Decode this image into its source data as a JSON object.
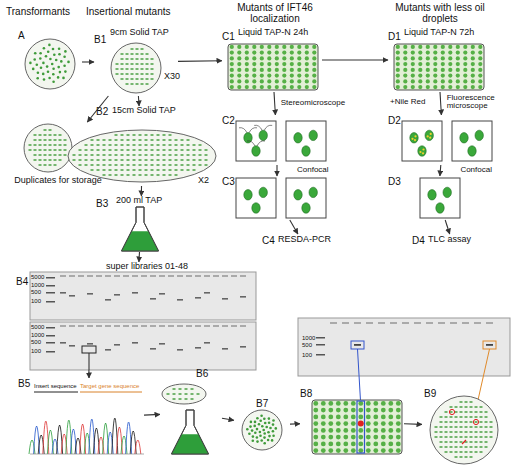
{
  "diagram": {
    "nodes": [
      {
        "text": [
          "A"
        ]
      },
      {
        "text": [
          "B1",
          "9cm Solid TAP"
        ]
      },
      {
        "text": [
          "Duplicates for storage"
        ]
      },
      {
        "text": [
          "B2",
          "15cm Solid TAP"
        ]
      },
      {
        "text": [
          "B3",
          "200 ml TAP"
        ]
      },
      {
        "text": [
          "C1",
          "Liquid TAP-N 24h"
        ]
      },
      {
        "text": [
          "C2"
        ]
      },
      {
        "text": [
          "C3"
        ]
      },
      {
        "text": [
          "C4",
          "RESDA-PCR"
        ]
      },
      {
        "text": [
          "D1",
          "Liquid TAP-N 72h"
        ]
      },
      {
        "text": [
          "D2"
        ]
      },
      {
        "text": [
          "D3"
        ]
      },
      {
        "text": [
          "D4",
          "TLC assay"
        ]
      },
      {
        "text": [
          "B4",
          "super libraries 01-48"
        ]
      },
      {
        "text": [
          "B5",
          "Insert sequence",
          "Target gene sequence"
        ]
      },
      {
        "text": [
          "B6"
        ]
      },
      {
        "text": [
          "B7"
        ]
      },
      {
        "text": [
          "B8"
        ]
      },
      {
        "text": [
          "B9"
        ]
      }
    ],
    "edges": [
      {
        "from": 0,
        "to": 1,
        "arrow": "to"
      },
      {
        "from": 1,
        "to": 2,
        "arrow": "to"
      },
      {
        "from": 1,
        "to": 3,
        "arrow": "to"
      },
      {
        "from": 3,
        "to": 4,
        "arrow": "to"
      },
      {
        "from": 1,
        "to": 5,
        "arrow": "to"
      },
      {
        "from": 5,
        "to": 6,
        "label": "Stereomicroscope",
        "arrow": "to"
      },
      {
        "from": 6,
        "to": 7,
        "label": "Confocal",
        "arrow": "to"
      },
      {
        "from": 7,
        "to": 8,
        "arrow": "to"
      },
      {
        "from": 5,
        "to": 9,
        "arrow": "to"
      },
      {
        "from": 9,
        "to": 10,
        "label": "Fluorescence microscope",
        "arrow": "to"
      },
      {
        "from": 10,
        "to": 11,
        "label": "Confocal",
        "arrow": "to"
      },
      {
        "from": 11,
        "to": 12,
        "arrow": "to"
      },
      {
        "from": 4,
        "to": 13,
        "arrow": "to"
      },
      {
        "from": 13,
        "to": 14,
        "arrow": "to"
      },
      {
        "from": 14,
        "to": 15,
        "arrow": "to"
      },
      {
        "from": 15,
        "to": 16,
        "arrow": "to"
      },
      {
        "from": 16,
        "to": 17,
        "arrow": "to"
      },
      {
        "from": 17,
        "to": 18,
        "arrow": "to"
      }
    ],
    "labels": [
      "Transformants",
      "Insertional mutants",
      "Mutants of IFT46 localization",
      "Mutants with less oil droplets",
      "X30",
      "X2",
      "+Nile Red",
      "5000",
      "1000",
      "500",
      "100",
      "5000",
      "1000",
      "500",
      "100",
      "1000",
      "500",
      "100"
    ]
  }
}
